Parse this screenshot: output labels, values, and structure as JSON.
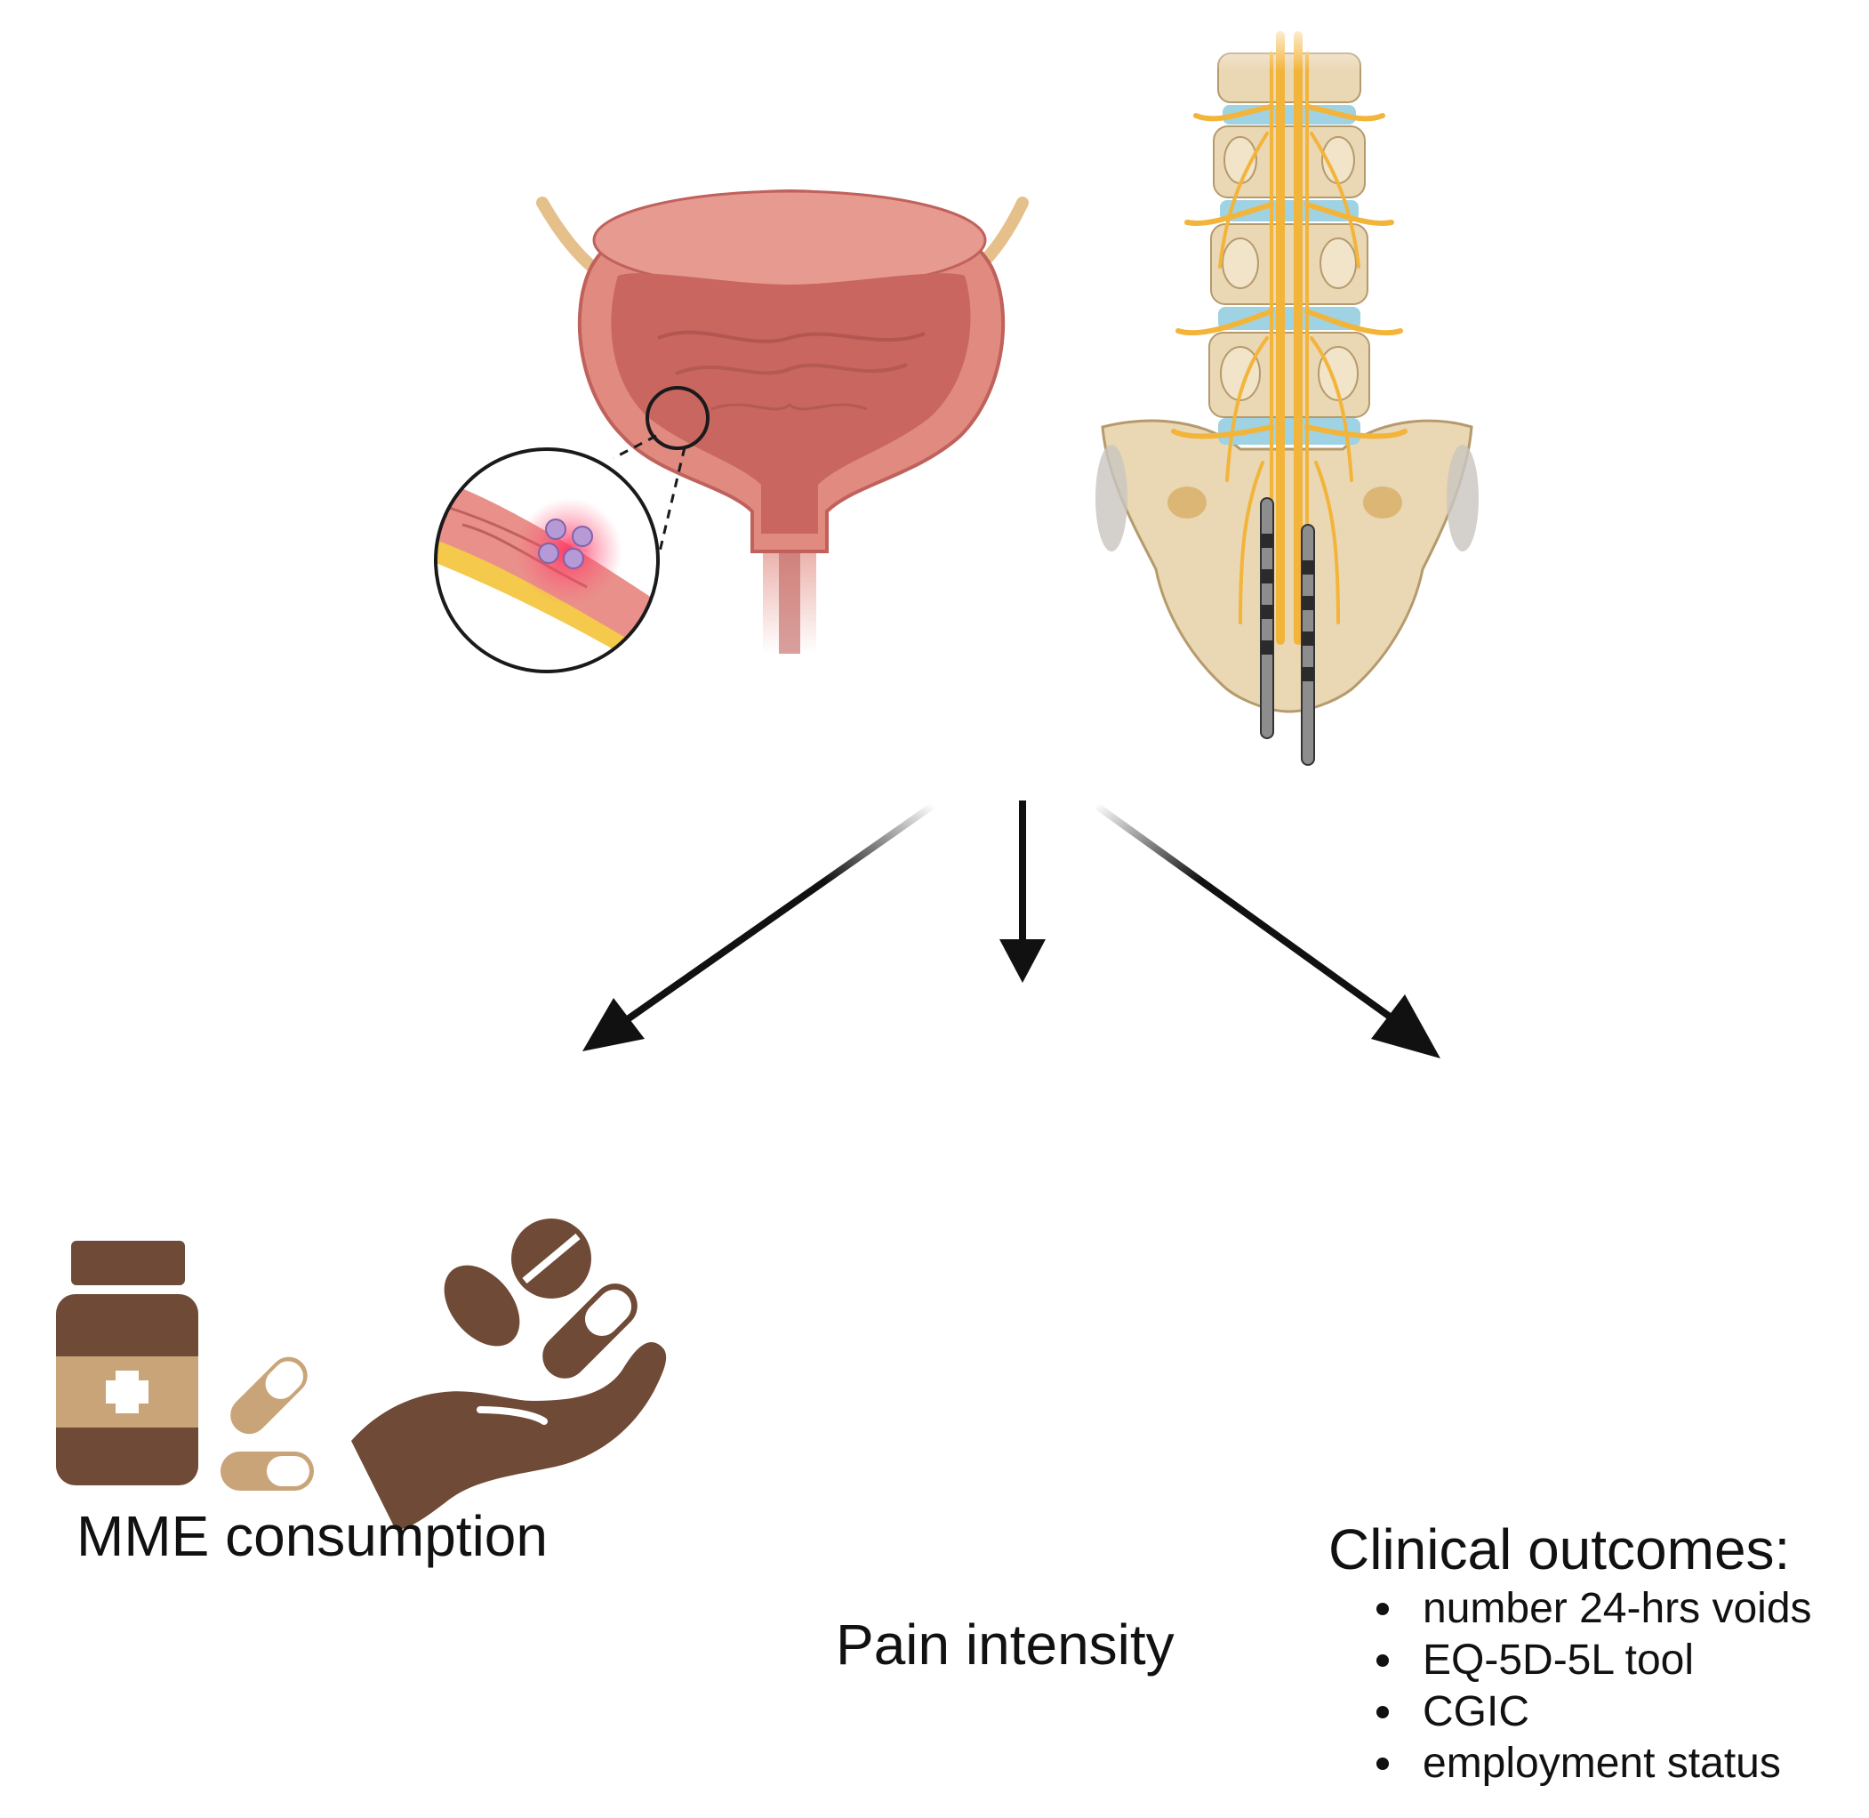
{
  "outcomes": {
    "mme": {
      "label": "MME consumption"
    },
    "pain": {
      "label": "Pain intensity"
    },
    "clinical": {
      "title": "Clinical outcomes:",
      "items": [
        "number 24-hrs voids",
        "EQ-5D-5L tool",
        "CGIC",
        "employment status"
      ]
    }
  },
  "colors": {
    "brown": "#6f4a37",
    "tan": "#c9a478",
    "bladder": "#e08a80",
    "bladder_dark": "#c0615c",
    "nerve": "#f3b43a",
    "bone": "#ead7b4",
    "disc": "#9fd3e3",
    "skin": "#f7d6c8",
    "hair": "#7c7c7c",
    "pain_red": "#ff3b3b"
  }
}
